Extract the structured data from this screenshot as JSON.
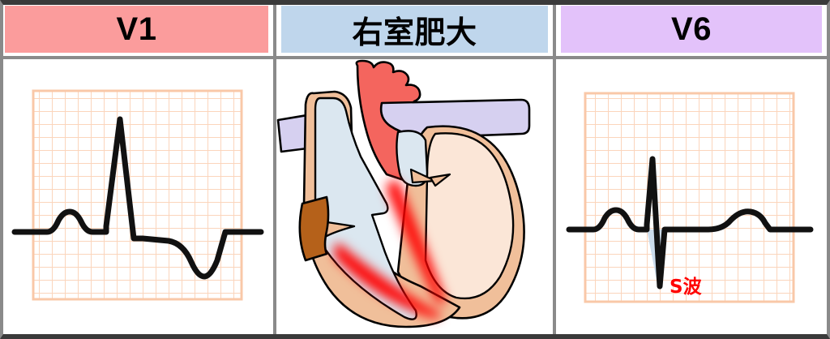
{
  "figure": {
    "title_center": "右室肥大",
    "panels": [
      {
        "id": "v1",
        "header_label": "V1",
        "header_color": "#fb9c9c",
        "content": "ecg-tracing"
      },
      {
        "id": "heart",
        "header_label": "右室肥大",
        "header_color": "#bfd6ec",
        "content": "heart-cross-section"
      },
      {
        "id": "v6",
        "header_label": "V6",
        "header_color": "#e3c2fa",
        "content": "ecg-tracing"
      }
    ]
  },
  "annotations": {
    "s_wave_label": "S波",
    "s_wave_label_color": "#ff0000"
  },
  "colors": {
    "grid_line": "#fbd5bc",
    "grid_line_major": "#f9c8a8",
    "trace": "#111111",
    "divider": "#8a8a8a",
    "frame": "#3a3a3a",
    "heart_wall": "#f0bf9a",
    "heart_wall_light": "#fae0cd",
    "blood_blue": "#dbe7f0",
    "blood_cream": "#fbe6d7",
    "aorta_red": "#f4655e",
    "vessel_lavender": "#d6d0f0",
    "vein_brown": "#b5611a",
    "hypertrophy_red": "#ff0000",
    "s_wave_shade": "#c5d8ea"
  },
  "chart_data": [
    {
      "type": "line",
      "title": "V1",
      "xlabel": "",
      "ylabel": "",
      "grid": true,
      "description": "V1 lead ECG showing tall dominant R wave with inverted T wave (right ventricular hypertrophy pattern)",
      "baseline_mv": 0,
      "waves": [
        {
          "name": "P",
          "amplitude_mv": 0.15,
          "polarity": "positive"
        },
        {
          "name": "R",
          "amplitude_mv": 1.4,
          "polarity": "positive"
        },
        {
          "name": "S",
          "amplitude_mv": -0.15,
          "polarity": "negative"
        },
        {
          "name": "T",
          "amplitude_mv": -0.35,
          "polarity": "negative-inverted"
        }
      ],
      "x": [
        0,
        8,
        15,
        22,
        30,
        40,
        48,
        56,
        62,
        68,
        76,
        86,
        100,
        118,
        135,
        150,
        165,
        180,
        195,
        210,
        225,
        240,
        255,
        268,
        280
      ],
      "y": [
        0,
        0,
        0.05,
        0.15,
        0.16,
        0.08,
        0,
        0,
        0,
        0,
        0,
        0.05,
        1.4,
        0.02,
        -0.16,
        -0.17,
        -0.18,
        -0.2,
        -0.28,
        -0.42,
        -0.5,
        -0.4,
        -0.12,
        0,
        0
      ]
    },
    {
      "type": "line",
      "title": "V6",
      "xlabel": "",
      "ylabel": "",
      "grid": true,
      "description": "V6 lead ECG showing small R wave with deep prominent S wave, labelled S波",
      "baseline_mv": 0,
      "waves": [
        {
          "name": "P",
          "amplitude_mv": 0.18,
          "polarity": "positive"
        },
        {
          "name": "R",
          "amplitude_mv": 0.85,
          "polarity": "positive"
        },
        {
          "name": "S",
          "amplitude_mv": -1.15,
          "polarity": "negative-deep"
        },
        {
          "name": "T",
          "amplitude_mv": 0.12,
          "polarity": "positive"
        }
      ],
      "x": [
        0,
        10,
        20,
        30,
        42,
        54,
        64,
        76,
        90,
        100,
        108,
        116,
        124,
        132,
        142,
        160,
        185,
        205,
        225,
        245,
        262,
        280
      ],
      "y": [
        0,
        0,
        0.06,
        0.18,
        0.18,
        0.06,
        0,
        0,
        0,
        0.85,
        0.1,
        -0.6,
        -1.15,
        -0.2,
        0,
        0,
        0,
        0.1,
        0.12,
        0.05,
        0,
        0
      ]
    }
  ],
  "heart_diagram": {
    "description": "Coronal cross-section of the heart with thickened right ventricular free wall highlighted in red",
    "structures": [
      {
        "name": "aorta",
        "color": "#f4655e"
      },
      {
        "name": "pulmonary-artery",
        "color": "#d6d0f0"
      },
      {
        "name": "superior-vena-cava",
        "color": "#d6d0f0"
      },
      {
        "name": "right-atrium",
        "color": "#dbe7f0"
      },
      {
        "name": "right-ventricle",
        "color": "#dbe7f0"
      },
      {
        "name": "left-atrium",
        "color": "#fbe6d7"
      },
      {
        "name": "left-ventricle",
        "color": "#fbe6d7"
      },
      {
        "name": "inferior-vena-cava",
        "color": "#b5611a"
      },
      {
        "name": "hypertrophied-rv-wall",
        "color": "#ff0000"
      }
    ]
  }
}
